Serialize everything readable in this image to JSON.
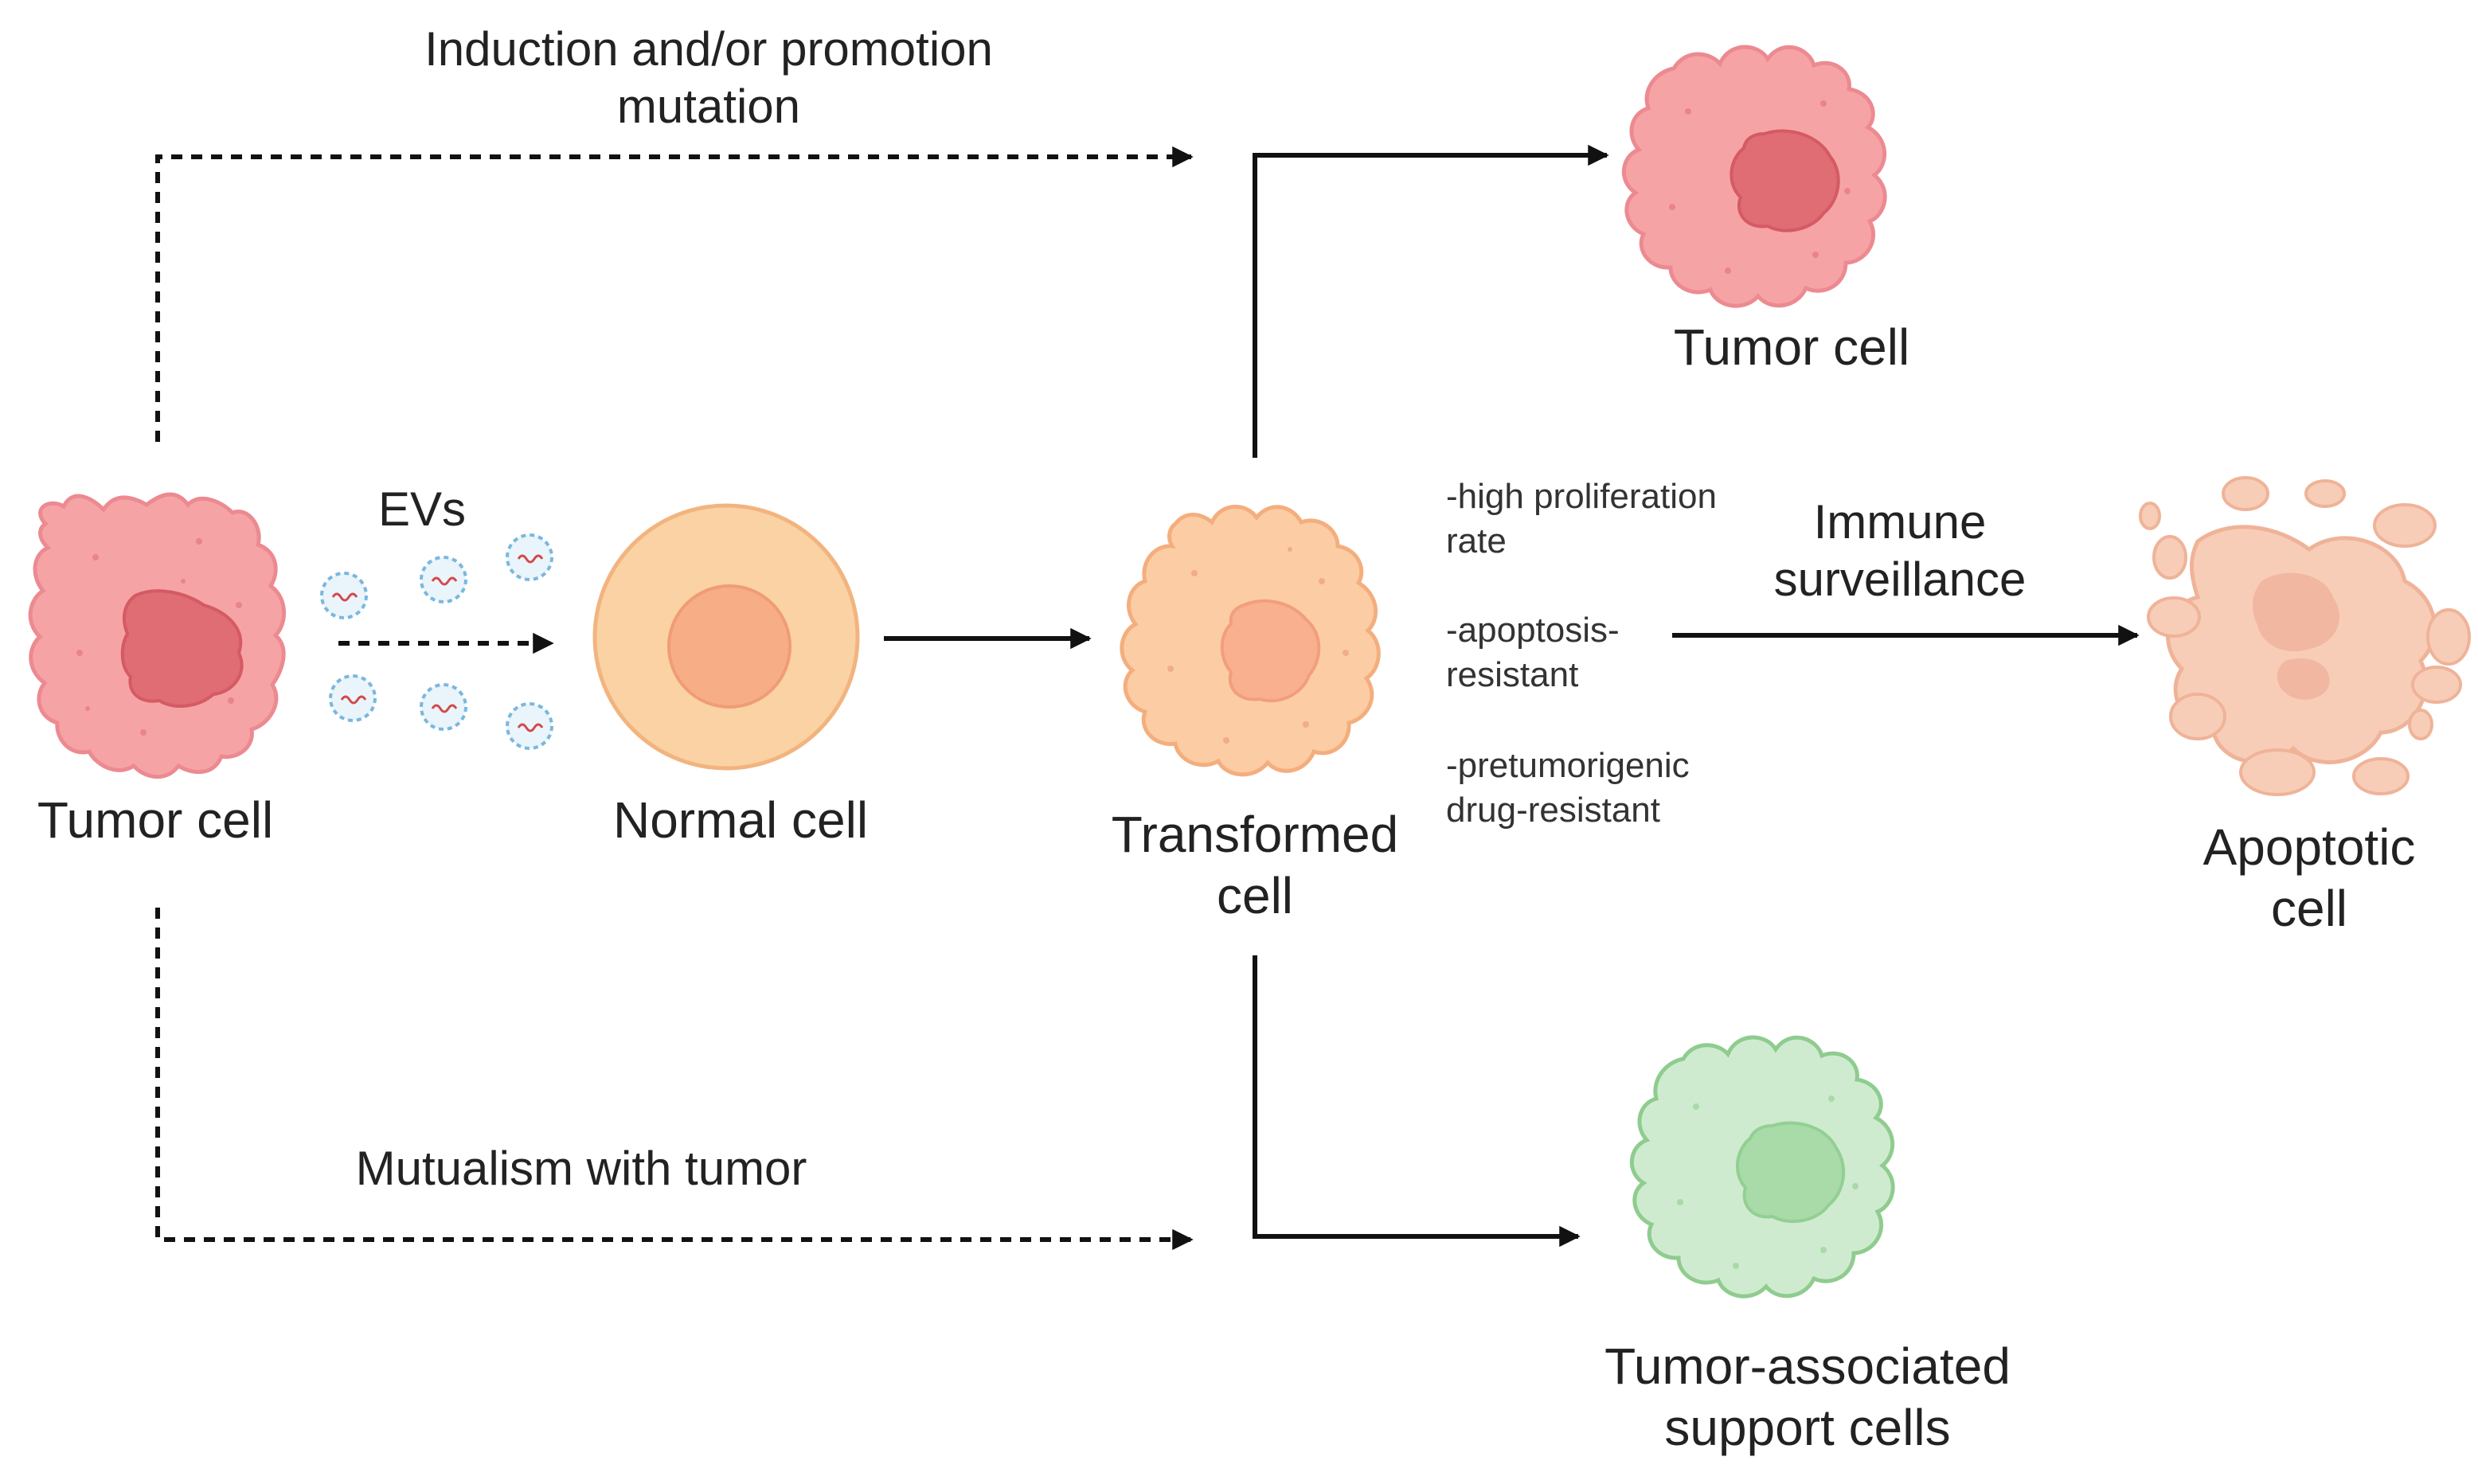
{
  "labels": {
    "induction": "Induction and/or promotion\nmutation",
    "evs": "EVs",
    "tumor_cell_left": "Tumor cell",
    "normal_cell": "Normal cell",
    "transformed_cell": "Transformed\ncell",
    "tumor_cell_top": "Tumor cell",
    "immune": "Immune\nsurveillance",
    "apoptotic": "Apoptotic\ncell",
    "mutualism": "Mutualism with tumor",
    "support": "Tumor-associated\nsupport cells"
  },
  "traits": [
    "-high proliferation\nrate",
    "-apoptosis-\nresistant",
    "-pretumorigenic\ndrug-resistant"
  ],
  "colors": {
    "tumor_body": "#F6A3A6",
    "tumor_nucleus": "#E06C74",
    "normal_body": "#FAD2A4",
    "normal_nucleus": "#F7AE86",
    "transformed_body": "#FCCDA4",
    "transformed_nucleus": "#F8B08E",
    "apoptotic_body": "#F7CDB8",
    "support_body": "#CFEBCF",
    "support_nucleus": "#A8DBA8",
    "ev_blue": "#79B8DE",
    "ev_red": "#D24A4A",
    "arrow": "#111111"
  }
}
